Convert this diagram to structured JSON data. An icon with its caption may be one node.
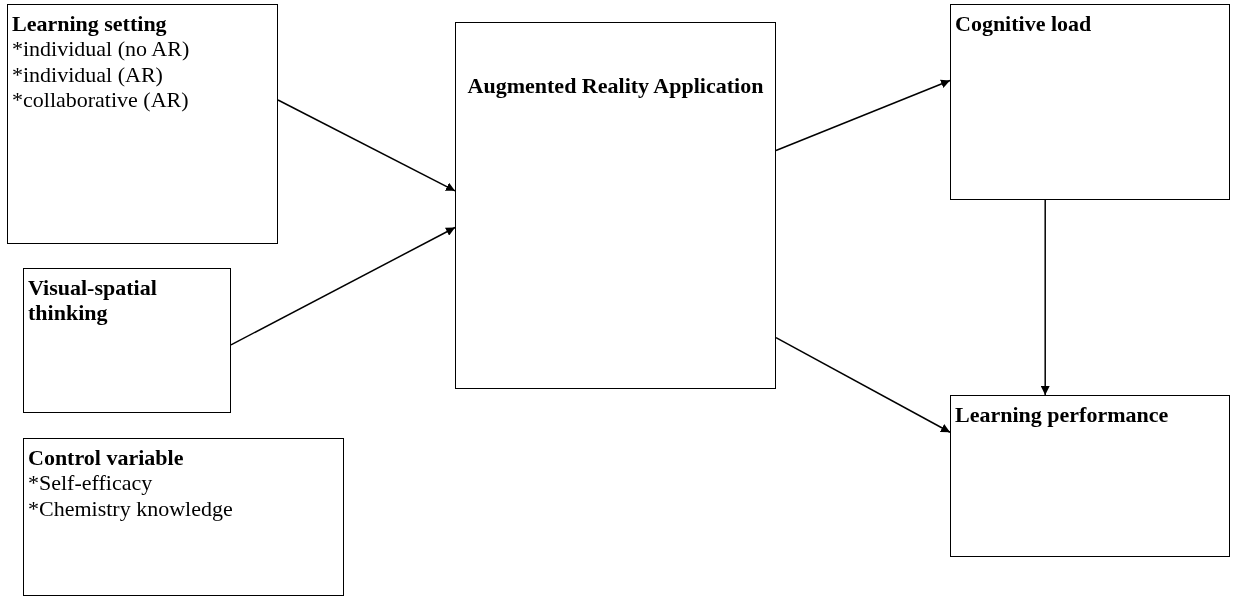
{
  "diagram": {
    "nodes": [
      {
        "text": [
          "Learning setting",
          "*individual (no AR)",
          "*individual (AR)",
          "*collaborative (AR)"
        ]
      },
      {
        "text": [
          "Visual-spatial thinking"
        ]
      },
      {
        "text": [
          "Control variable",
          "*Self-efficacy",
          "*Chemistry knowledge"
        ]
      },
      {
        "text": [
          "Augmented Reality Application"
        ]
      },
      {
        "text": [
          "Cognitive load"
        ]
      },
      {
        "text": [
          "Learning performance"
        ]
      }
    ],
    "edges": [
      {
        "from": 0,
        "to": 3,
        "arrow": "to"
      },
      {
        "from": 1,
        "to": 3,
        "arrow": "to"
      },
      {
        "from": 3,
        "to": 4,
        "arrow": "to"
      },
      {
        "from": 3,
        "to": 5,
        "arrow": "to"
      },
      {
        "from": 4,
        "to": 5,
        "arrow": "to"
      }
    ]
  }
}
